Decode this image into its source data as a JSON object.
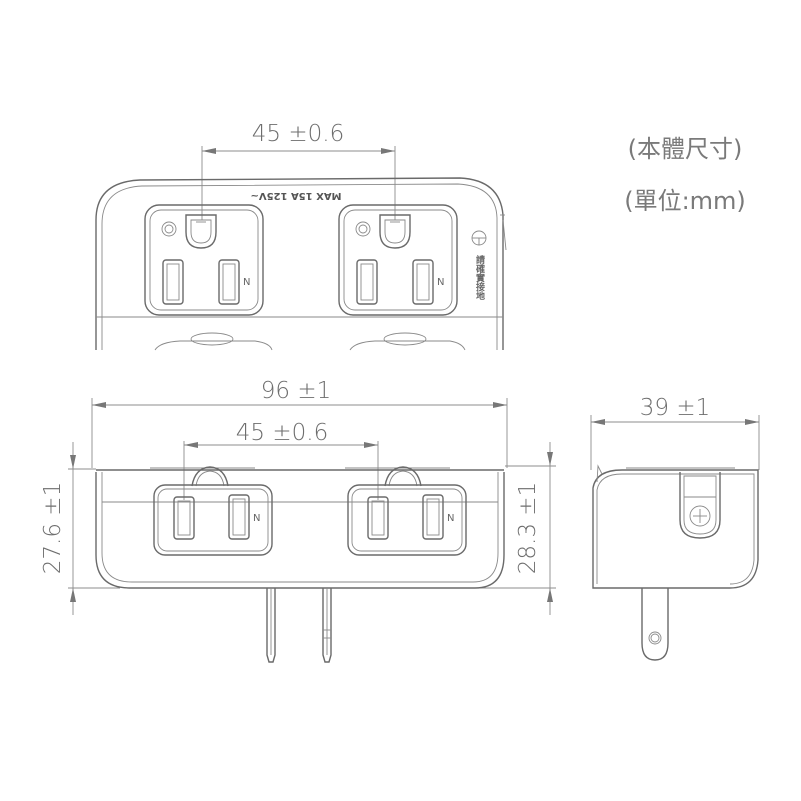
{
  "notes": {
    "line1": "(本體尺寸)",
    "line2": "(單位:mm)"
  },
  "top_view": {
    "socket_spacing": "45 ±0.6",
    "rating_label": "MAX 15A 125V~",
    "side_label": "請確實接地",
    "neutral_marks": [
      "N",
      "N"
    ]
  },
  "front_view": {
    "width": "96 ±1",
    "socket_spacing": "45 ±0.6",
    "left_height": "27.6 ±1",
    "right_height": "28.3 ±1",
    "neutral_marks": [
      "N",
      "N"
    ]
  },
  "side_view": {
    "depth": "39 ±1"
  },
  "colors": {
    "line": "#6a6a6a",
    "text": "#6e6e6e",
    "background": "#ffffff"
  }
}
